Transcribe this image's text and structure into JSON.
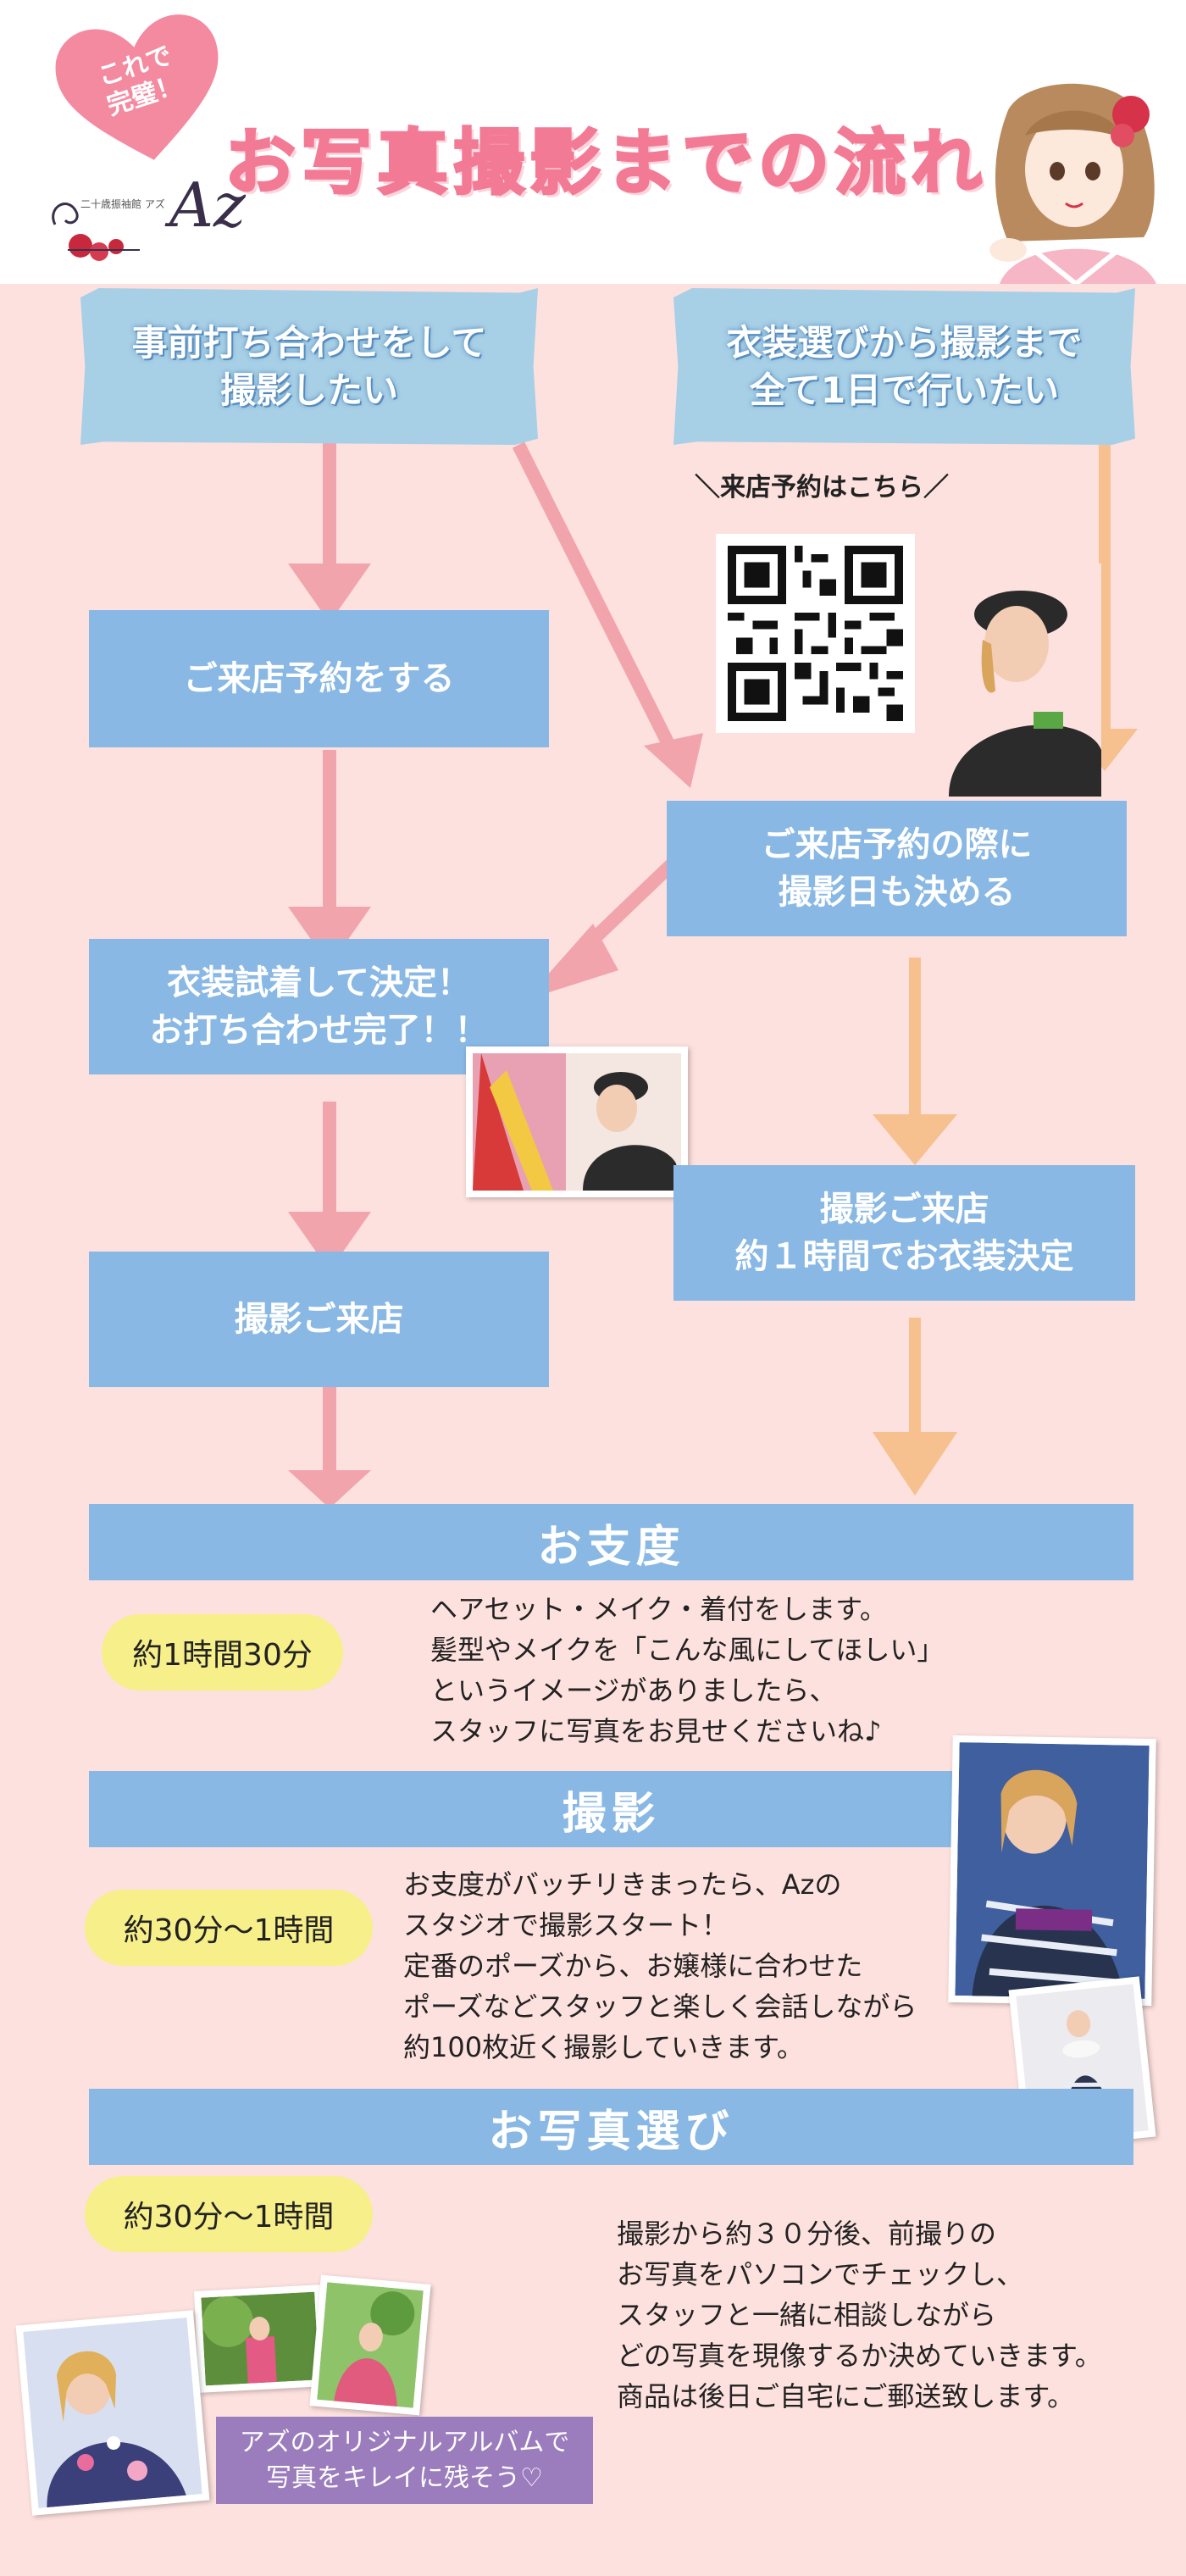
{
  "header": {
    "badge": "これで\n完璧！",
    "title": "お写真撮影までの流れ",
    "logo_text": "Az",
    "logo_subtitle": "二十歳振袖館 アズ"
  },
  "flow": {
    "left_route_label": "事前打ち合わせをして\n撮影したい",
    "right_route_label": "衣装選びから撮影まで\n全て1日で行いたい",
    "qr_label": "＼来店予約はこちら／",
    "step_reserve": "ご来店予約をする",
    "step_reserve_date": "ご来店予約の際に\n撮影日も決める",
    "step_fitting": "衣装試着して決定！\nお打ち合わせ完了！！",
    "step_visit_left": "撮影ご来店",
    "step_visit_right": "撮影ご来店\n約１時間でお衣装決定"
  },
  "sections": [
    {
      "title": "お支度",
      "duration": "約1時間30分",
      "text": "ヘアセット・メイク・着付をします。\n髪型やメイクを「こんな風にしてほしい」\nというイメージがありましたら、\nスタッフに写真をお見せくださいね♪"
    },
    {
      "title": "撮影",
      "duration": "約30分～1時間",
      "text": "お支度がバッチリきまったら、Azの\nスタジオで撮影スタート！\n定番のポーズから、お嬢様に合わせた\nポーズなどスタッフと楽しく会話しながら\n約100枚近く撮影していきます。"
    },
    {
      "title": "お写真選び",
      "duration": "約30分～1時間",
      "text": "撮影から約３０分後、前撮りの\nお写真をパソコンでチェックし、\nスタッフと一緒に相談しながら\nどの写真を現像するか決めていきます。\n商品は後日ご自宅にご郵送致します。"
    }
  ],
  "album_note": "アズのオリジナルアルバムで\n写真をキレイに残そう♡",
  "colors": {
    "background": "#fde1de",
    "box_blue": "#89b8e4",
    "tag_blue": "#a7cfe6",
    "arrow_pink": "#f2a4ac",
    "arrow_orange": "#f7c08f",
    "title_pink": "#f37a94",
    "pill_yellow": "#f6ef8a",
    "note_purple": "#9b7cbd"
  }
}
